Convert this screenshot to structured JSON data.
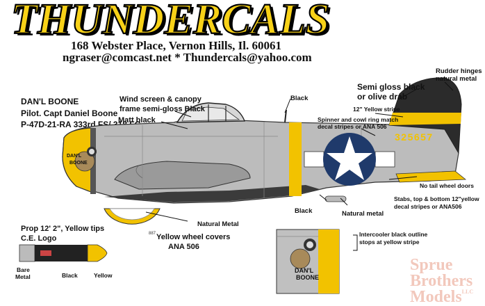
{
  "brand": {
    "logo_text": "THUNDERCALS",
    "logo_color": "#f7d117"
  },
  "header": {
    "address": "168 Webster Place, Vernon Hills, Il. 60061",
    "emails": "ngraser@comcast.net  *  Thundercals@yahoo.com"
  },
  "subject": {
    "name": "DAN'L BOONE",
    "pilot": "Pilot. Capt Daniel Boone",
    "aircraft": "P-47D-21-RA 333rd FS/ 318 FG"
  },
  "callouts": {
    "windscreen": [
      "Wind screen  & canopy",
      "frame semi-gloss Black"
    ],
    "matt_black": "Matt black",
    "black_top": "Black",
    "semi_gloss": [
      "Semi gloss black",
      "or olive drab"
    ],
    "rudder": [
      "Rudder hinges",
      "natural metal"
    ],
    "yellow_stripe": "12\" Yellow stripe",
    "spinner": [
      "Spinner and cowl ring match",
      "decal stripes or ANA 506"
    ],
    "no_tail_wheel": "No tail wheel doors",
    "stabs": [
      "Stabs, top & bottom 12\"yellow",
      "decal stripes or ANA506"
    ],
    "black_belly": "Black",
    "natural_metal_right": "Natural metal",
    "natural_metal_left": "Natural Metal",
    "wheel_covers": [
      "Yellow wheel covers",
      "ANA 506"
    ],
    "intercooler": [
      "Intercooler black outline",
      "stops at yellow stripe"
    ],
    "prop": [
      "Prop 12' 2\", Yellow tips",
      "C.E. Logo"
    ],
    "prop_bare": [
      "Bare",
      "Metal"
    ],
    "prop_black": "Black",
    "prop_yellow": "Yellow"
  },
  "aircraft_markings": {
    "serial": "325657",
    "nose_art": [
      "DAN'L",
      "BOONE"
    ],
    "wheel_text": "887"
  },
  "watermark": [
    "Sprue",
    "Brothers",
    "Models"
  ],
  "watermark_suffix": "LLC",
  "colors": {
    "yellow": "#f2c200",
    "metal": "#bcbcbc",
    "dark": "#2b2b2b",
    "insignia_blue": "#1f3a6b"
  }
}
